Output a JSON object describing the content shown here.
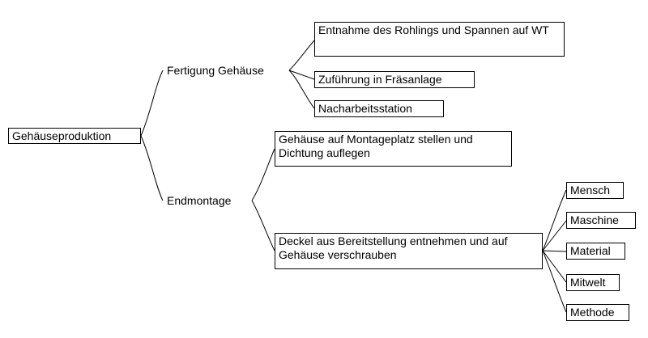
{
  "colors": {
    "line": "#000000",
    "box_border": "#000000",
    "background": "#ffffff"
  },
  "diagram": {
    "root": {
      "label": "Gehäuseproduktion"
    },
    "branches": [
      {
        "label": "Fertigung Gehäuse",
        "children": [
          {
            "label": "Entnahme des Rohlings und Spannen auf WT"
          },
          {
            "label": "Zuführung in Fräsanlage"
          },
          {
            "label": "Nacharbeitsstation"
          }
        ]
      },
      {
        "label": "Endmontage",
        "children": [
          {
            "label": "Gehäuse auf Montageplatz stellen und Dichtung auflegen"
          },
          {
            "label": "Deckel aus Bereitstellung entnehmen und auf Gehäuse verschrauben",
            "factors": [
              "Mensch",
              "Maschine",
              "Material",
              "Mitwelt",
              "Methode"
            ]
          }
        ]
      }
    ]
  }
}
